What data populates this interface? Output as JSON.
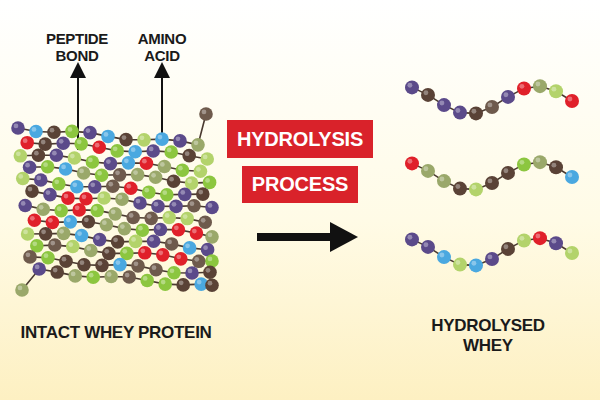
{
  "diagram": {
    "nodes": [
      {
        "text": [
          "HYDROLYSIS"
        ]
      },
      {
        "text": [
          "PROCESS"
        ]
      }
    ],
    "labels": [
      "PEPTIDE BOND",
      "AMINO ACID",
      "INTACT WHEY PROTEIN",
      "HYDROLYSED WHEY"
    ]
  }
}
